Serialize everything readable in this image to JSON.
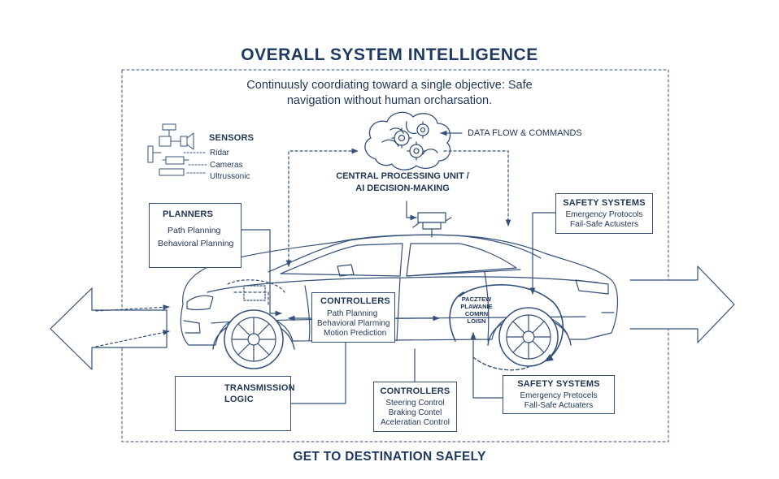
{
  "title": "OVERALL SYSTEM INTELLIGENCE",
  "subtitle": {
    "line1": "Continuusly coordiating toward a single objective: Safe",
    "line2": "navigation without human orcharsation."
  },
  "footer": "GET TO DESTINATION SAFELY",
  "data_flow_label": "DATA FLOW & COMMANDS",
  "cpu": {
    "line1": "CENTRAL PROCESSING UNIT /",
    "line2": "AI DECISION-MAKING"
  },
  "sensors": {
    "title": "SENSORS",
    "items": [
      "Ridar",
      "Cameras",
      "Ultrussonic"
    ]
  },
  "planners": {
    "title": "PLANNERS",
    "items": [
      "Path Planning",
      "Behavioral Planning"
    ]
  },
  "safety_top": {
    "title": "SAFETY SYSTEMS",
    "items": [
      "Emergency Protocols",
      "Fail-Safe Actusters"
    ]
  },
  "controllers_mid": {
    "title": "CONTROLLERS",
    "items": [
      "Path Planning",
      "Behavioral Plarming",
      "Motion Prediction"
    ]
  },
  "wheel_label": {
    "lines": [
      "PACZTEW",
      "PLAWANIE",
      "COMRN",
      "LOISN"
    ]
  },
  "transmission": {
    "line1": "TRANSMISSION",
    "line2": "LOGIC"
  },
  "controllers_bottom": {
    "title": "CONTROLLERS",
    "items": [
      "Steering Control",
      "Braking Contel",
      "Aceleratian Control"
    ]
  },
  "safety_bottom": {
    "title": "SAFETY SYSTEMS",
    "items": [
      "Emergency Pretocels",
      "Fall-Safe Actuaters"
    ]
  },
  "colors": {
    "ink": "#1e3557",
    "line": "#33507a",
    "background": "#ffffff"
  },
  "icons": [
    "brain-gears-icon",
    "sensor-cluster-icon",
    "warning-triangle-icon",
    "actuator-icon",
    "roof-sensor-icon",
    "left-arrow-icon",
    "right-arrow-icon"
  ]
}
